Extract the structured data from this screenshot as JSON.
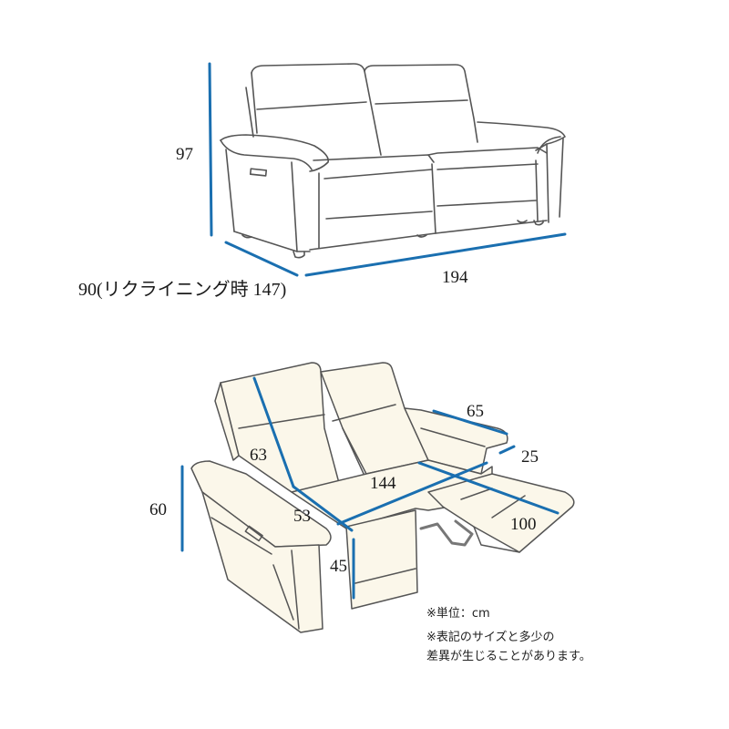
{
  "colors": {
    "dimension_line": "#1a6fb0",
    "outline": "#555555",
    "upholstery_fill": "#fbf7ea",
    "mechanism": "#777777"
  },
  "front_view": {
    "dimensions": {
      "height": "97",
      "width": "194",
      "depth": "90(リクライニング時 147)"
    }
  },
  "recliner_view": {
    "dimensions": {
      "overall_height": "60",
      "back_height": "63",
      "seat_depth": "53",
      "seat_width": "144",
      "arm_length": "65",
      "arm_width": "25",
      "footrest_extended": "100",
      "seat_height": "45"
    }
  },
  "notes": {
    "unit": "※単位：cm",
    "disclaimer_line1": "※表記のサイズと多少の",
    "disclaimer_line2": "差異が生じることがあります。"
  }
}
